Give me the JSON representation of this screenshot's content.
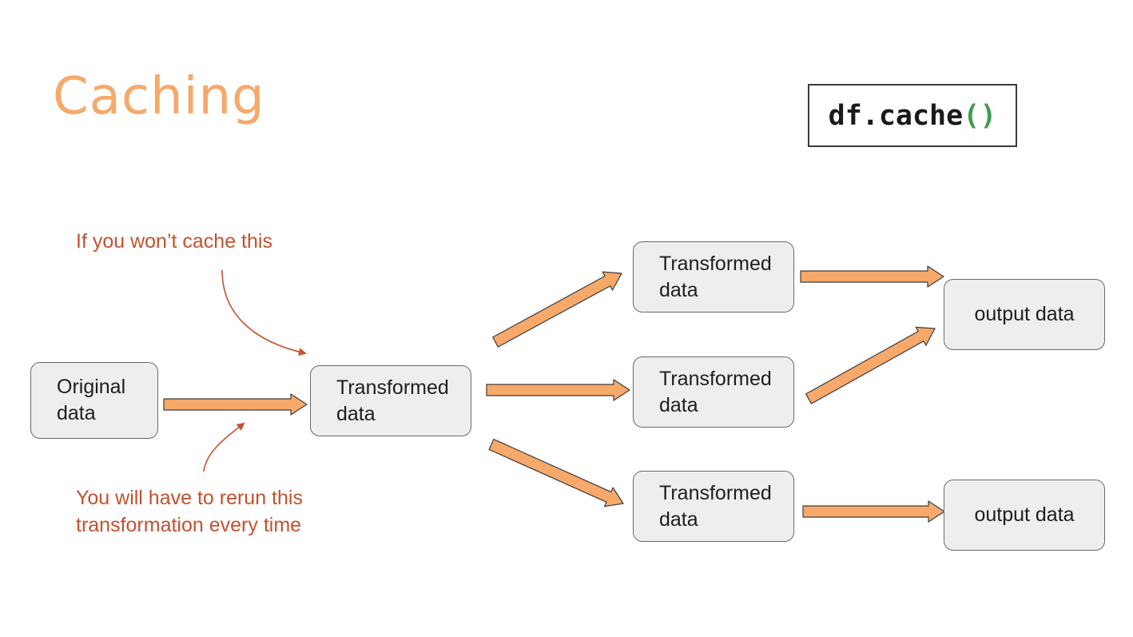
{
  "title": "Caching",
  "code": {
    "text": "df.cache",
    "parens": "()"
  },
  "nodes": {
    "original": {
      "line1": "Original",
      "line2": "data"
    },
    "transformed_main": {
      "line1": "Transformed",
      "line2": "data"
    },
    "transformed_top": {
      "line1": "Transformed",
      "line2": "data"
    },
    "transformed_mid": {
      "line1": "Transformed",
      "line2": "data"
    },
    "transformed_bottom": {
      "line1": "Transformed",
      "line2": "data"
    },
    "output_top": {
      "label": "output data"
    },
    "output_bottom": {
      "label": "output data"
    }
  },
  "notes": {
    "top": "If you won’t cache this",
    "bottom_line1": "You will have to rerun this",
    "bottom_line2": "transformation every time"
  },
  "colors": {
    "title": "#f6a96a",
    "arrow_fill": "#f6a96a",
    "arrow_stroke": "#3c3c3c",
    "note": "#c4512f",
    "code_paren": "#3f9d4a",
    "node_fill": "#eeeeee"
  }
}
